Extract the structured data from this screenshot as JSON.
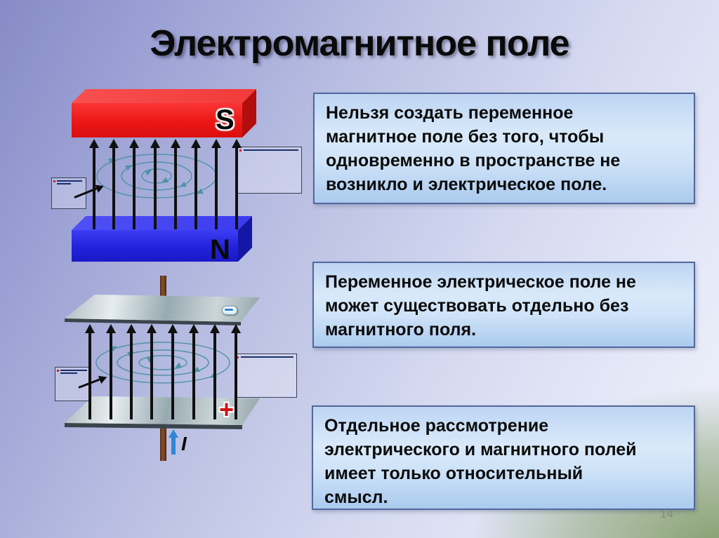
{
  "slide": {
    "title": "Электромагнитное поле",
    "page_number": "14"
  },
  "info_boxes": [
    {
      "text": "Нельзя создать переменное\nмагнитное поле без того, чтобы\nодновременно в пространстве не\nвозникло и электрическое поле."
    },
    {
      "text": "Переменное электрическое поле не\nможет существовать отдельно без\nмагнитного поля."
    },
    {
      "text": "Отдельное рассмотрение\nэлектрического и магнитного полей\nимеет только относительный\nсмысл."
    }
  ],
  "magnet_diagram": {
    "south_label": "S",
    "north_label": "N"
  },
  "capacitor_diagram": {
    "plus_label": "+",
    "current_label": "I"
  },
  "colors": {
    "title_color": "#0a0a0a",
    "box_border": "#52679c",
    "arrow_black": "#101010",
    "field_line": "#4e93a5",
    "magnet_south": "#ec1717",
    "magnet_north": "#2222dd",
    "current_arrow": "#2e86d6",
    "plus_red": "#cf1414"
  }
}
